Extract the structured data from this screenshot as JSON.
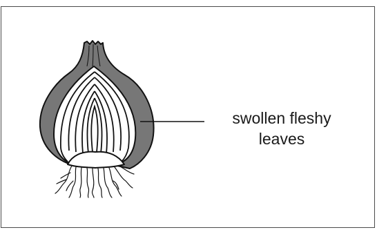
{
  "diagram": {
    "subject": "onion bulb cross-section",
    "label": {
      "line1": "swollen fleshy",
      "line2": "leaves"
    },
    "colors": {
      "outline": "#111111",
      "outer_skin": "#777777",
      "flesh": "#ffffff",
      "frame": "#4a4a4a"
    }
  }
}
